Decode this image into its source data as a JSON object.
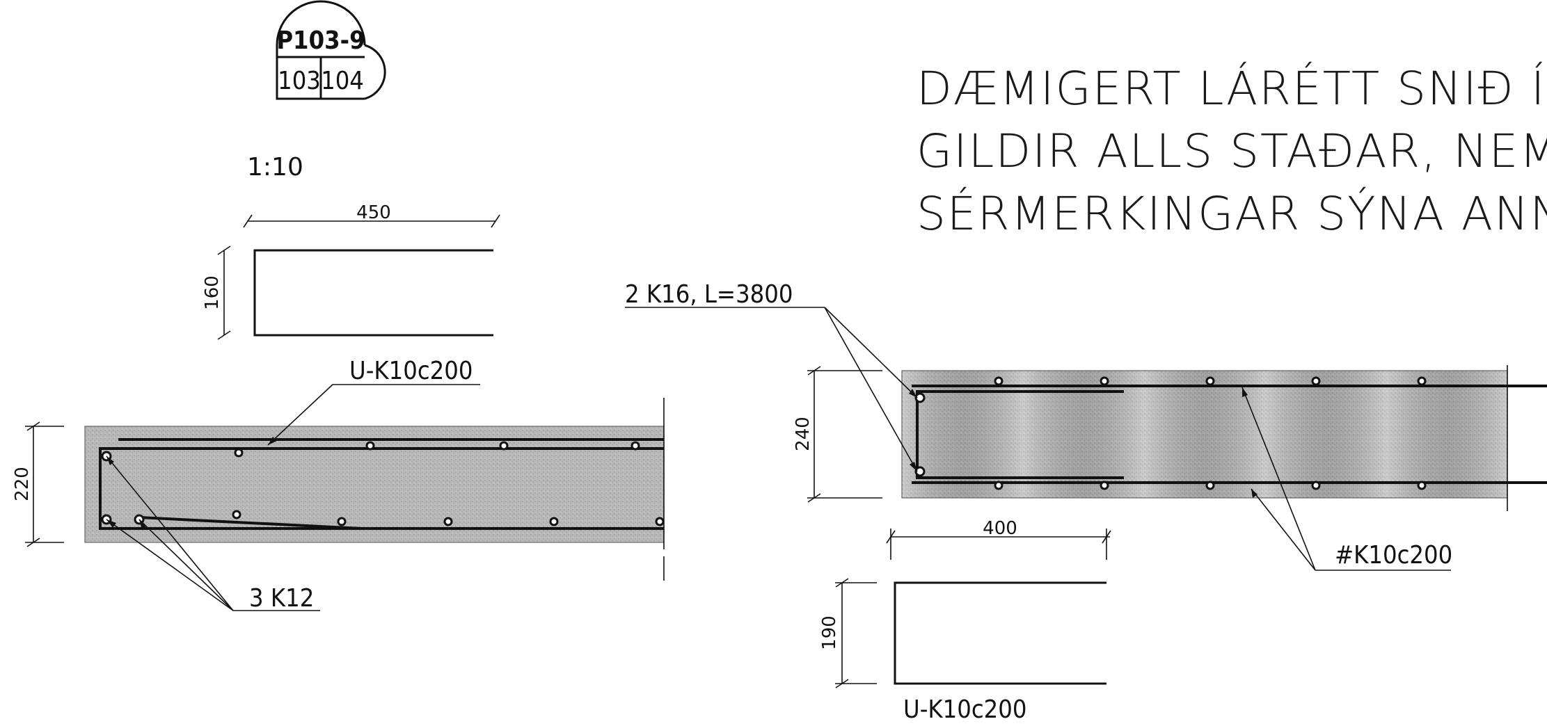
{
  "section_marker": {
    "ref": "P103-9",
    "cells": [
      "103",
      "104"
    ]
  },
  "scale": "1:10",
  "title_lines": [
    "DÆMIGERT LÁRÉTT SNIÐ Í VEG",
    "GILDIR ALLS STAÐAR, NEMA Þ",
    "SÉRMERKINGAR SÝNA ANNAÐ"
  ],
  "left_detail": {
    "stirrup_width": "450",
    "stirrup_height": "160",
    "wall_thickness": "220",
    "stirrup_label": "U-K10c200",
    "corner_bars_label": "3 K12"
  },
  "right_detail": {
    "longitudinal_label": "2 K16, L=3800",
    "wall_thickness": "240",
    "mesh_label": "#K10c200",
    "stirrup_width": "400",
    "stirrup_height": "190",
    "stirrup_label": "U-K10c200"
  },
  "colors": {
    "concrete": "#b4b4b4",
    "ink": "#111111"
  }
}
